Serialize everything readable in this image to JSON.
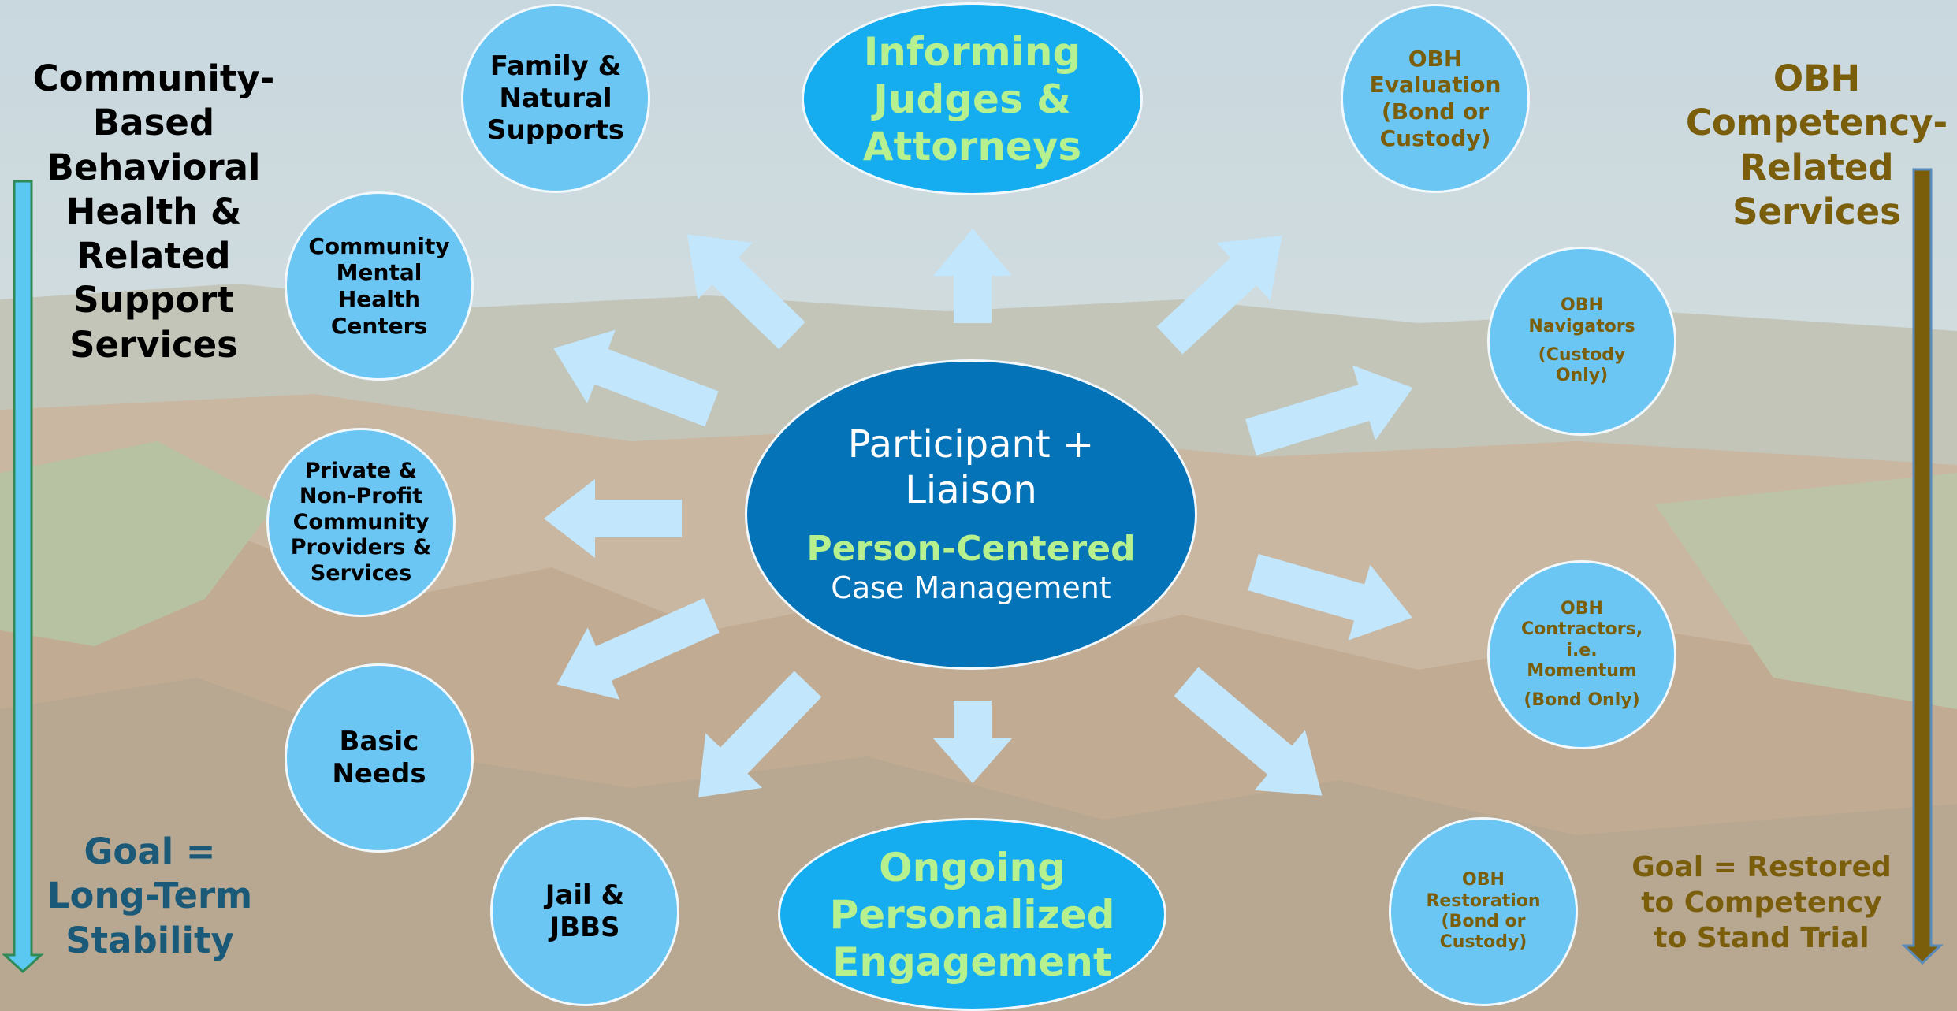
{
  "left_title": [
    "Community-",
    "Based",
    "Behavioral",
    "Health &",
    "Related",
    "Support",
    "Services"
  ],
  "right_title": [
    "OBH",
    "Competency-",
    "Related",
    "Services"
  ],
  "left_goal": [
    "Goal =",
    "Long-Term",
    "Stability"
  ],
  "right_goal": [
    "Goal = Restored",
    "to Competency",
    "to Stand Trial"
  ],
  "center": {
    "line1": "Participant +",
    "line2": "Liaison",
    "emph": "Person-Centered",
    "sub": "Case Management"
  },
  "top_oval": [
    "Informing",
    "Judges &",
    "Attorneys"
  ],
  "bottom_oval": [
    "Ongoing",
    "Personalized",
    "Engagement"
  ],
  "left_nodes": {
    "family": [
      "Family &",
      "Natural",
      "Supports"
    ],
    "cmhc": [
      "Community",
      "Mental",
      "Health",
      "Centers"
    ],
    "private": [
      "Private &",
      "Non-Profit",
      "Community",
      "Providers &",
      "Services"
    ],
    "basic": [
      "Basic",
      "Needs"
    ],
    "jail": [
      "Jail &",
      "JBBS"
    ]
  },
  "right_nodes": {
    "evaluation": [
      "OBH",
      "Evaluation",
      "(Bond or",
      "Custody)"
    ],
    "navigators": [
      "OBH",
      "Navigators",
      "(Custody",
      "Only)"
    ],
    "contractors": [
      "OBH",
      "Contractors,",
      "i.e.",
      "Momentum",
      "(Bond Only)"
    ],
    "restoration": [
      "OBH",
      "Restoration",
      "(Bond or",
      "Custody)"
    ]
  },
  "colors": {
    "circle": "#6cc6f4",
    "oval": "#16adf0",
    "center": "#0573b8",
    "arrow": "#c2e6fc",
    "green_text": "#b6f08f",
    "gold_text": "#7a5e0c",
    "left_goal_text": "#1a5a78"
  },
  "icons": [
    "down-arrow-left",
    "down-arrow-right"
  ]
}
